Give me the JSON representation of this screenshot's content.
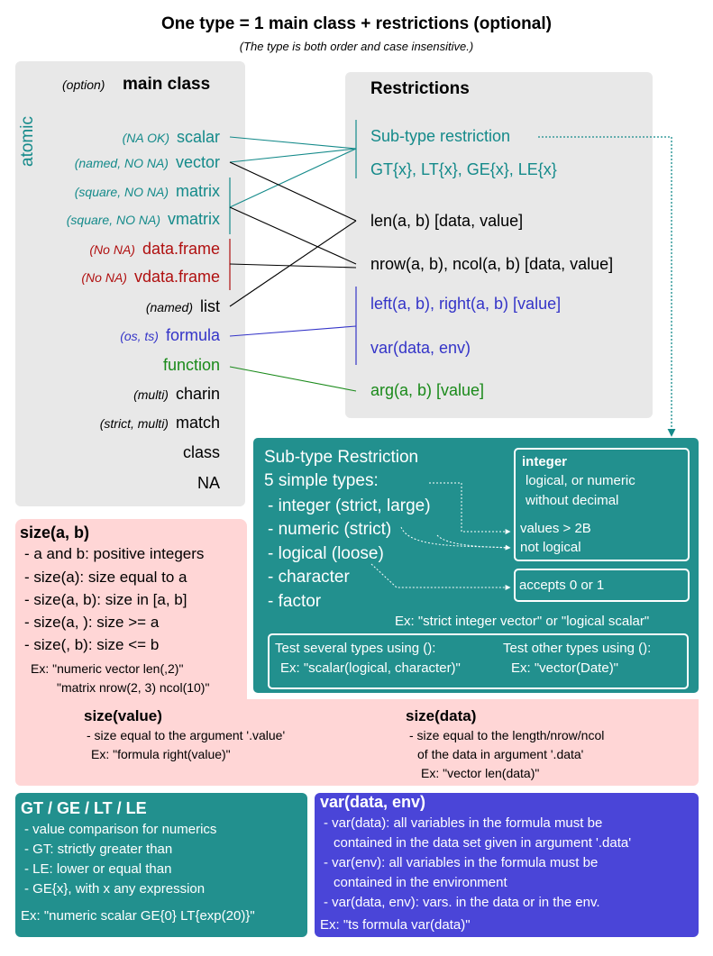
{
  "title": "One type = 1 main class + restrictions (optional)",
  "subtitle": "(The type is both order and case insensitive.)",
  "left": {
    "option_header": "(option)",
    "class_header": "main class",
    "atomic_label": "atomic",
    "rows": [
      {
        "opt": "(NA OK)",
        "name": "scalar"
      },
      {
        "opt": "(named, NO NA)",
        "name": "vector"
      },
      {
        "opt": "(square, NO NA)",
        "name": "matrix"
      },
      {
        "opt": "(square, NO NA)",
        "name": "vmatrix"
      },
      {
        "opt": "(No NA)",
        "name": "data.frame"
      },
      {
        "opt": "(No NA)",
        "name": "vdata.frame"
      },
      {
        "opt": "(named)",
        "name": "list"
      },
      {
        "opt": "(os, ts)",
        "name": "formula"
      },
      {
        "opt": "",
        "name": "function"
      },
      {
        "opt": "(multi)",
        "name": "charin"
      },
      {
        "opt": "(strict, multi)",
        "name": "match"
      },
      {
        "opt": "",
        "name": "class"
      },
      {
        "opt": "",
        "name": "NA"
      }
    ]
  },
  "right": {
    "header": "Restrictions",
    "items": [
      "Sub-type restriction",
      "GT{x}, LT{x}, GE{x}, LE{x}",
      "len(a, b) [data, value]",
      "nrow(a, b), ncol(a, b) [data, value]",
      "left(a, b), right(a, b) [value]",
      "var(data, env)",
      "arg(a, b) [value]"
    ]
  },
  "subtype": {
    "title": "Sub-type Restriction",
    "line2": "5 simple types:",
    "types": [
      "- integer (strict, large)",
      "- numeric (strict)",
      "- logical (loose)",
      "- character",
      "- factor"
    ],
    "integer_title": "integer",
    "integer_desc1": "logical, or numeric",
    "integer_desc2": "without decimal",
    "values_2b": "values > 2B",
    "not_logical": "not logical",
    "accepts": "accepts 0 or 1",
    "example": "Ex: \"strict integer vector\" or \"logical scalar\"",
    "test1": "Test several types using ():",
    "test1_ex": "Ex: \"scalar(logical, character)\"",
    "test2": "Test other types using ():",
    "test2_ex": "Ex: \"vector(Date)\""
  },
  "size": {
    "title": "size(a, b)",
    "lines": [
      "- a and b: positive integers",
      "- size(a): size equal to a",
      "- size(a, b): size in [a, b]",
      "- size(a, ): size >= a",
      "- size(, b): size <= b"
    ],
    "ex1": "Ex: \"numeric vector len(,2)\"",
    "ex2": "\"matrix nrow(2, 3) ncol(10)\"",
    "value_title": "size(value)",
    "value_l1": "- size equal to the argument '.value'",
    "value_ex": "Ex: \"formula right(value)\"",
    "data_title": "size(data)",
    "data_l1": "- size equal to the length/nrow/ncol",
    "data_l2": "of the data in argument '.data'",
    "data_ex": "Ex: \"vector len(data)\""
  },
  "gt": {
    "title": "GT / GE / LT / LE",
    "lines": [
      "- value comparison for numerics",
      "- GT: strictly greater than",
      "- LE: lower or equal than",
      "- GE{x}, with x any expression"
    ],
    "ex": "Ex: \"numeric scalar GE{0} LT{exp(20)}\""
  },
  "var": {
    "title": "var(data, env)",
    "lines": [
      "- var(data): all variables in the formula must be",
      "contained in the data set given in argument '.data'",
      "- var(env): all variables in the formula must be",
      "contained in the environment",
      "- var(data, env): vars. in the data or in the env."
    ],
    "ex": "Ex: \"ts formula var(data)\""
  },
  "colors": {
    "teal": "#148a8a",
    "red": "#b01010",
    "blue": "#3434c8",
    "green": "#1a8a1a",
    "teal_box": "#22908e",
    "pink": "#ffd6d6",
    "violet": "#4a45d8"
  }
}
